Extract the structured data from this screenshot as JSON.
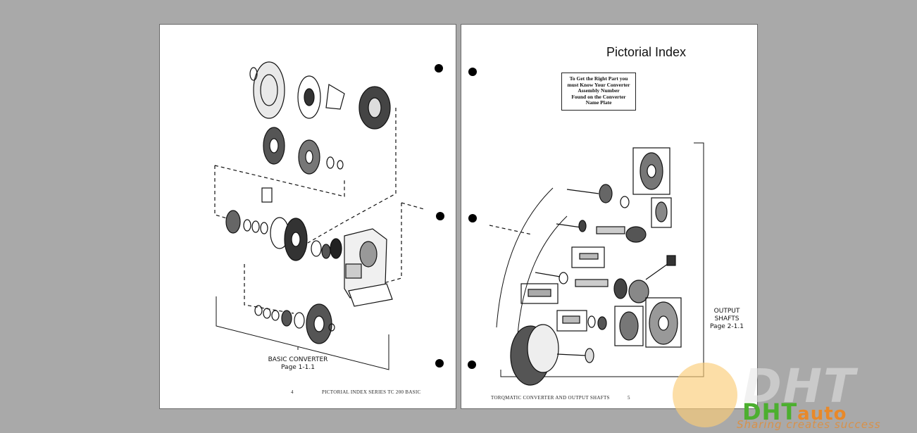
{
  "left_page": {
    "label_title": "BASIC CONVERTER",
    "label_page": "Page 1-1.1",
    "page_number": "4",
    "footer": "PICTORIAL INDEX SERIES TC 200 BASIC"
  },
  "right_page": {
    "title": "Pictorial Index",
    "note_lines": [
      "To Get the Right Part you",
      "must Know Your Converter",
      "Assembly Number",
      "Found on the Converter",
      "Name Plate"
    ],
    "label_line1": "OUTPUT",
    "label_line2": "SHAFTS",
    "label_page": "Page 2-1.1",
    "page_number": "5",
    "footer": "TORQMATIC CONVERTER AND OUTPUT SHAFTS"
  },
  "watermark": {
    "big_text": "DHT",
    "brand_green": "DHT",
    "brand_orange": "auto",
    "tagline": "Sharing creates success"
  },
  "colors": {
    "background": "#a9a9a9",
    "page": "#ffffff",
    "ink": "#111111",
    "watermark_green": "#4caf2f",
    "watermark_orange": "#e8892a"
  }
}
